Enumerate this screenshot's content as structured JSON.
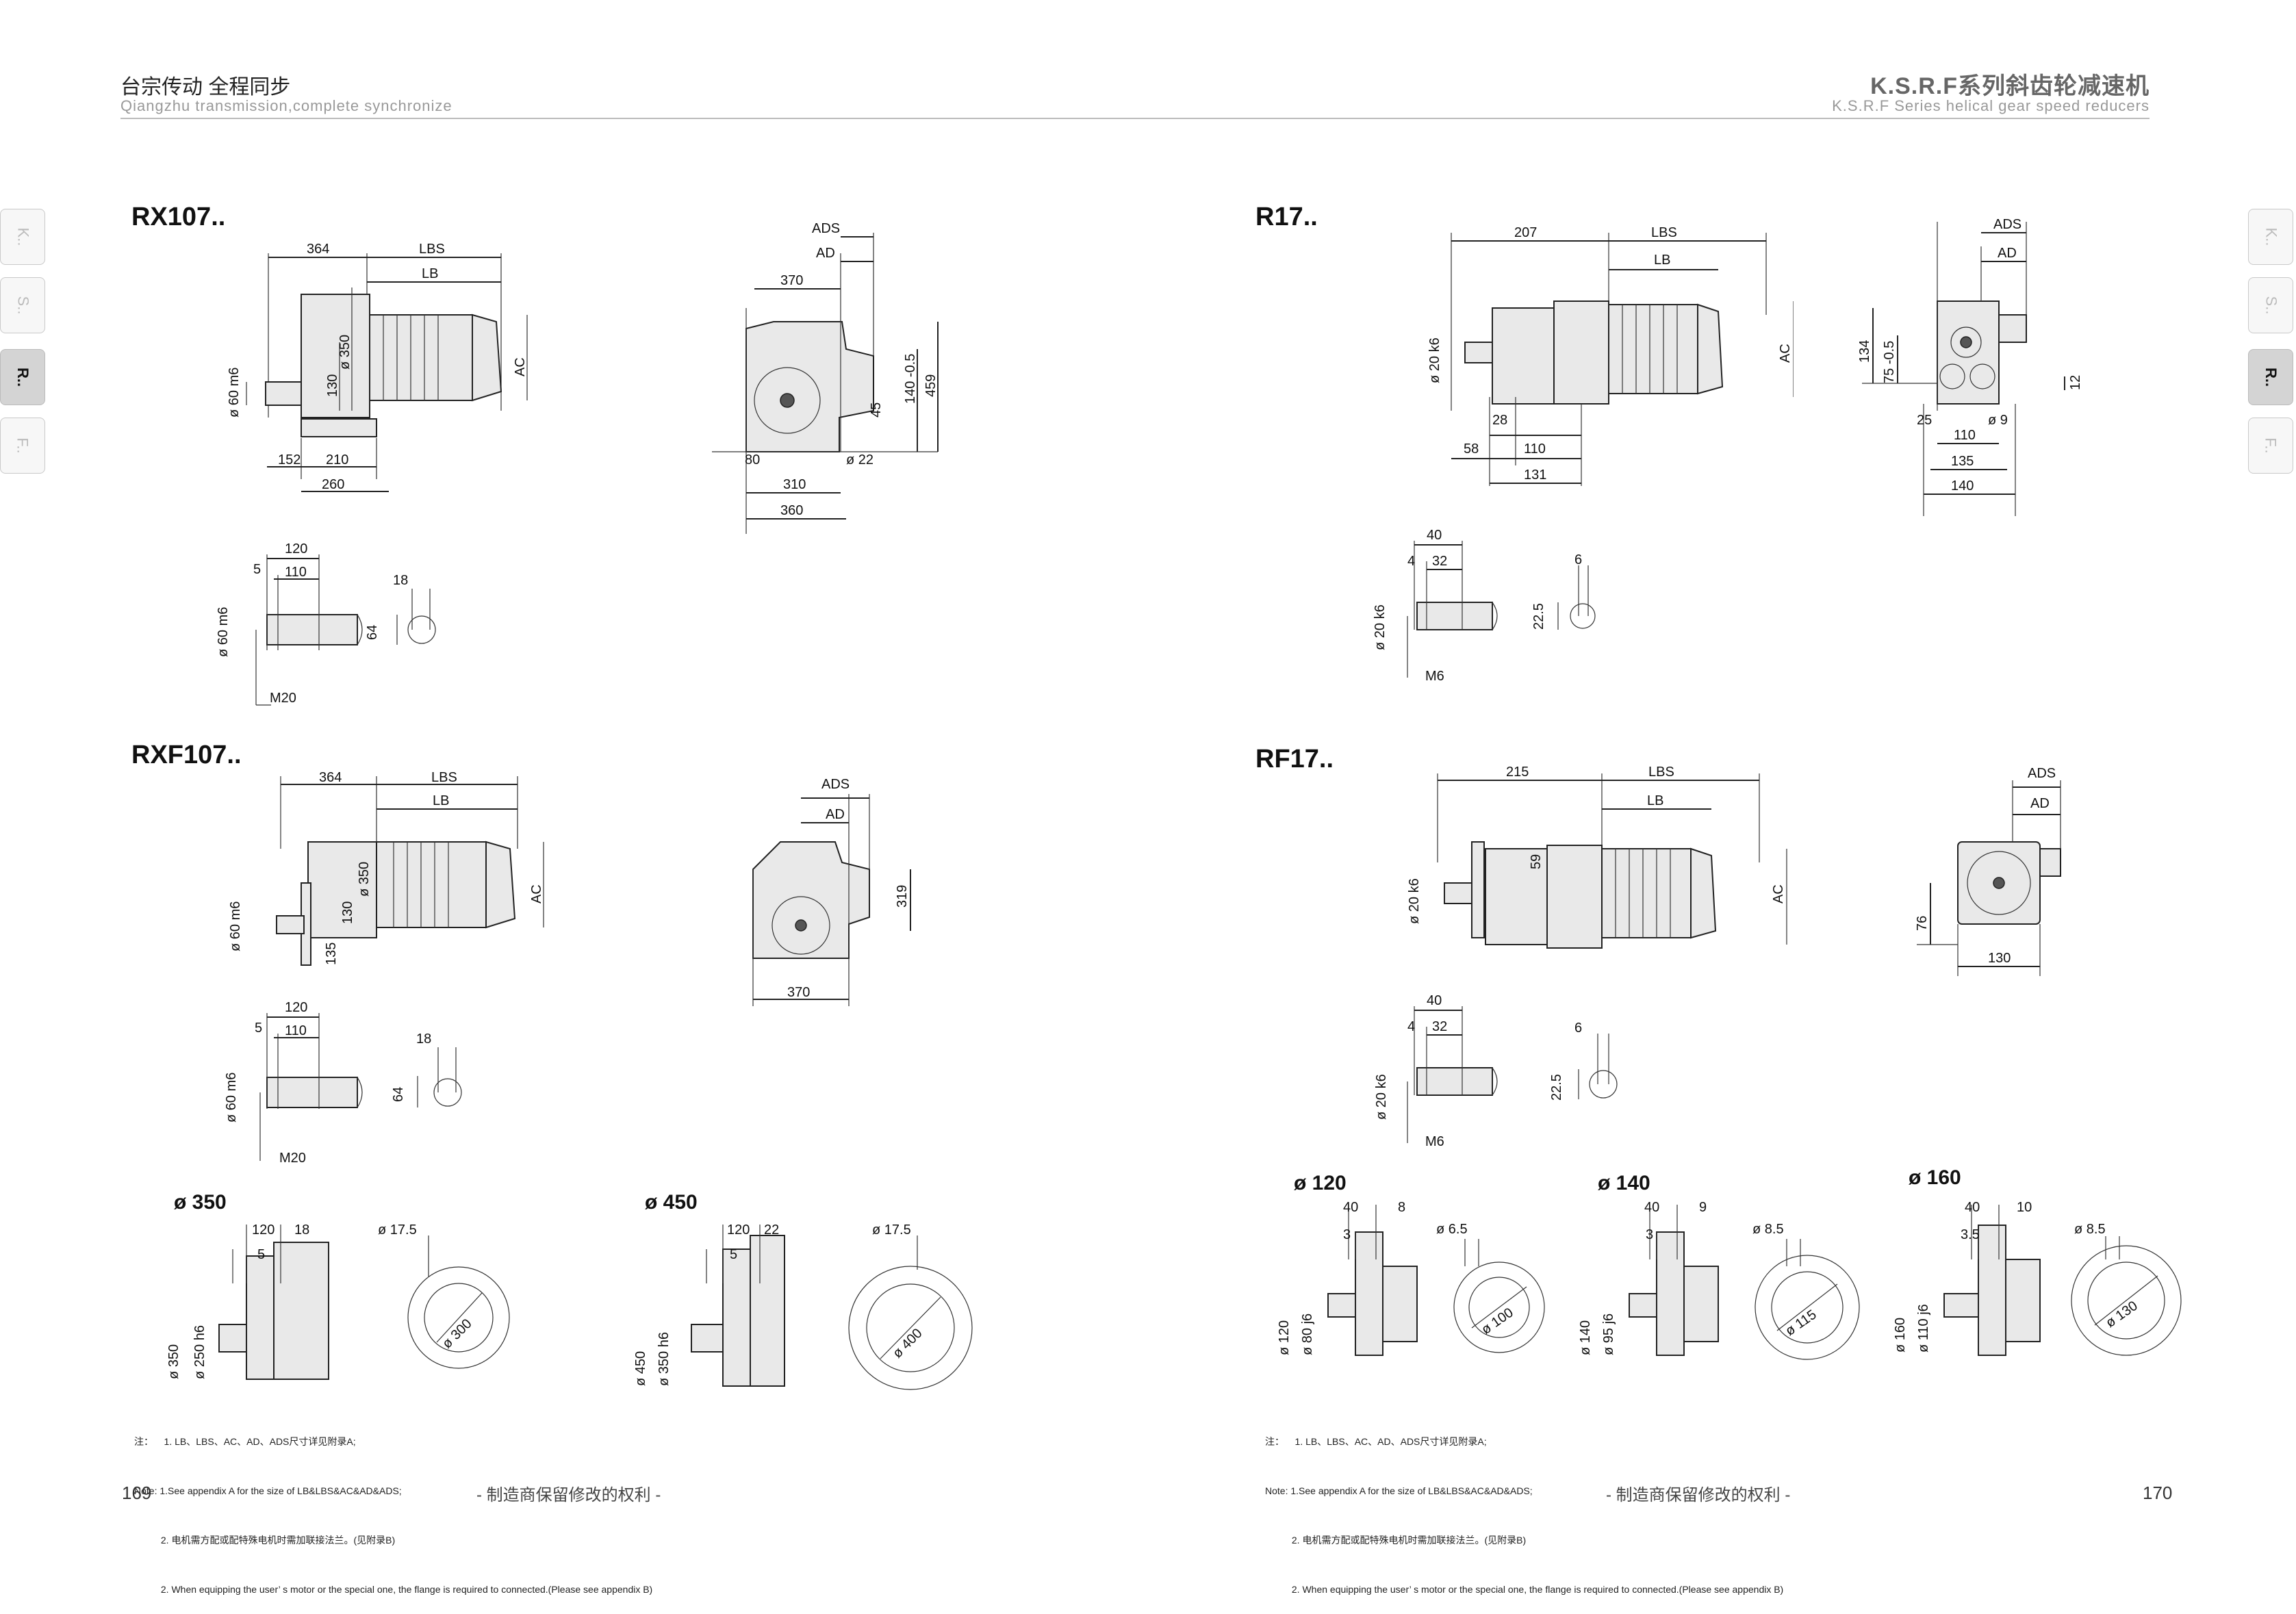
{
  "header": {
    "left_cn": "台宗传动   全程同步",
    "left_en": "Qiangzhu transmission,complete synchronize",
    "right_cn": "K.S.R.F系列斜齿轮减速机",
    "right_en": "K.S.R.F Series helical gear speed reducers"
  },
  "side_tabs": {
    "left": [
      "K..",
      "S..",
      "R..",
      "F.."
    ],
    "right": [
      "K..",
      "S..",
      "R..",
      "F.."
    ],
    "active": "R.."
  },
  "models": {
    "rx107": "RX107..",
    "rxf107": "RXF107..",
    "r17": "R17..",
    "rf17": "RF17.."
  },
  "flanges": {
    "left": [
      "ø 350",
      "ø 450"
    ],
    "right": [
      "ø 120",
      "ø 140",
      "ø 160"
    ]
  },
  "dims": {
    "rx107_side": [
      "364",
      "LBS",
      "LB",
      "ø 60 m6",
      "130",
      "ø 350",
      "AC",
      "152",
      "210",
      "260"
    ],
    "rx107_front": [
      "ADS",
      "AD",
      "370",
      "140 -0.5",
      "459",
      "45",
      "80",
      "ø 22",
      "310",
      "360"
    ],
    "rx107_shaft": [
      "120",
      "5",
      "110",
      "18",
      "ø 60 m6",
      "64",
      "M20"
    ],
    "rxf107_side": [
      "364",
      "LBS",
      "LB",
      "ø 60 m6",
      "130",
      "ø 350",
      "AC",
      "135"
    ],
    "rxf107_front": [
      "ADS",
      "AD",
      "319",
      "370"
    ],
    "rxf107_shaft": [
      "120",
      "5",
      "110",
      "18",
      "ø 60 m6",
      "64",
      "M20"
    ],
    "f350": [
      "120",
      "18",
      "5",
      "ø 17.5",
      "ø 350",
      "ø 250 h6",
      "ø 300"
    ],
    "f450": [
      "120",
      "22",
      "5",
      "ø 17.5",
      "ø 450",
      "ø 350 h6",
      "ø 400"
    ],
    "r17_side": [
      "207",
      "LBS",
      "LB",
      "ø 20 k6",
      "AC",
      "28",
      "58",
      "110",
      "131"
    ],
    "r17_front": [
      "ADS",
      "AD",
      "134",
      "75 -0.5",
      "12",
      "25",
      "ø 9",
      "110",
      "135",
      "140"
    ],
    "r17_shaft": [
      "40",
      "4",
      "32",
      "6",
      "ø 20 k6",
      "22.5",
      "M6"
    ],
    "rf17_side": [
      "215",
      "LBS",
      "LB",
      "ø 20 k6",
      "59",
      "AC"
    ],
    "rf17_front": [
      "ADS",
      "AD",
      "76",
      "130"
    ],
    "rf17_shaft": [
      "40",
      "4",
      "32",
      "6",
      "ø 20 k6",
      "22.5",
      "M6"
    ],
    "f120": [
      "40",
      "8",
      "3",
      "ø 6.5",
      "ø 120",
      "ø 80 j6",
      "ø 100"
    ],
    "f140": [
      "40",
      "9",
      "3",
      "ø 8.5",
      "ø 140",
      "ø 95 j6",
      "ø 115"
    ],
    "f160": [
      "40",
      "10",
      "3.5",
      "ø 8.5",
      "ø 160",
      "ø 110 j6",
      "ø 130"
    ]
  },
  "notes": {
    "line1": "注：    1. LB、LBS、AC、AD、ADS尺寸详见附录A;",
    "line2": "Note: 1.See appendix A for the size of LB&LBS&AC&AD&ADS;",
    "line3": "          2. 电机需方配或配特殊电机时需加联接法兰。(见附录B)",
    "line4": "          2. When equipping the user’ s motor or the special one, the flange is required to connected.(Please see appendix B)"
  },
  "footer": {
    "left_page": "169",
    "right_page": "170",
    "rights": "- 制造商保留修改的权利 -"
  }
}
